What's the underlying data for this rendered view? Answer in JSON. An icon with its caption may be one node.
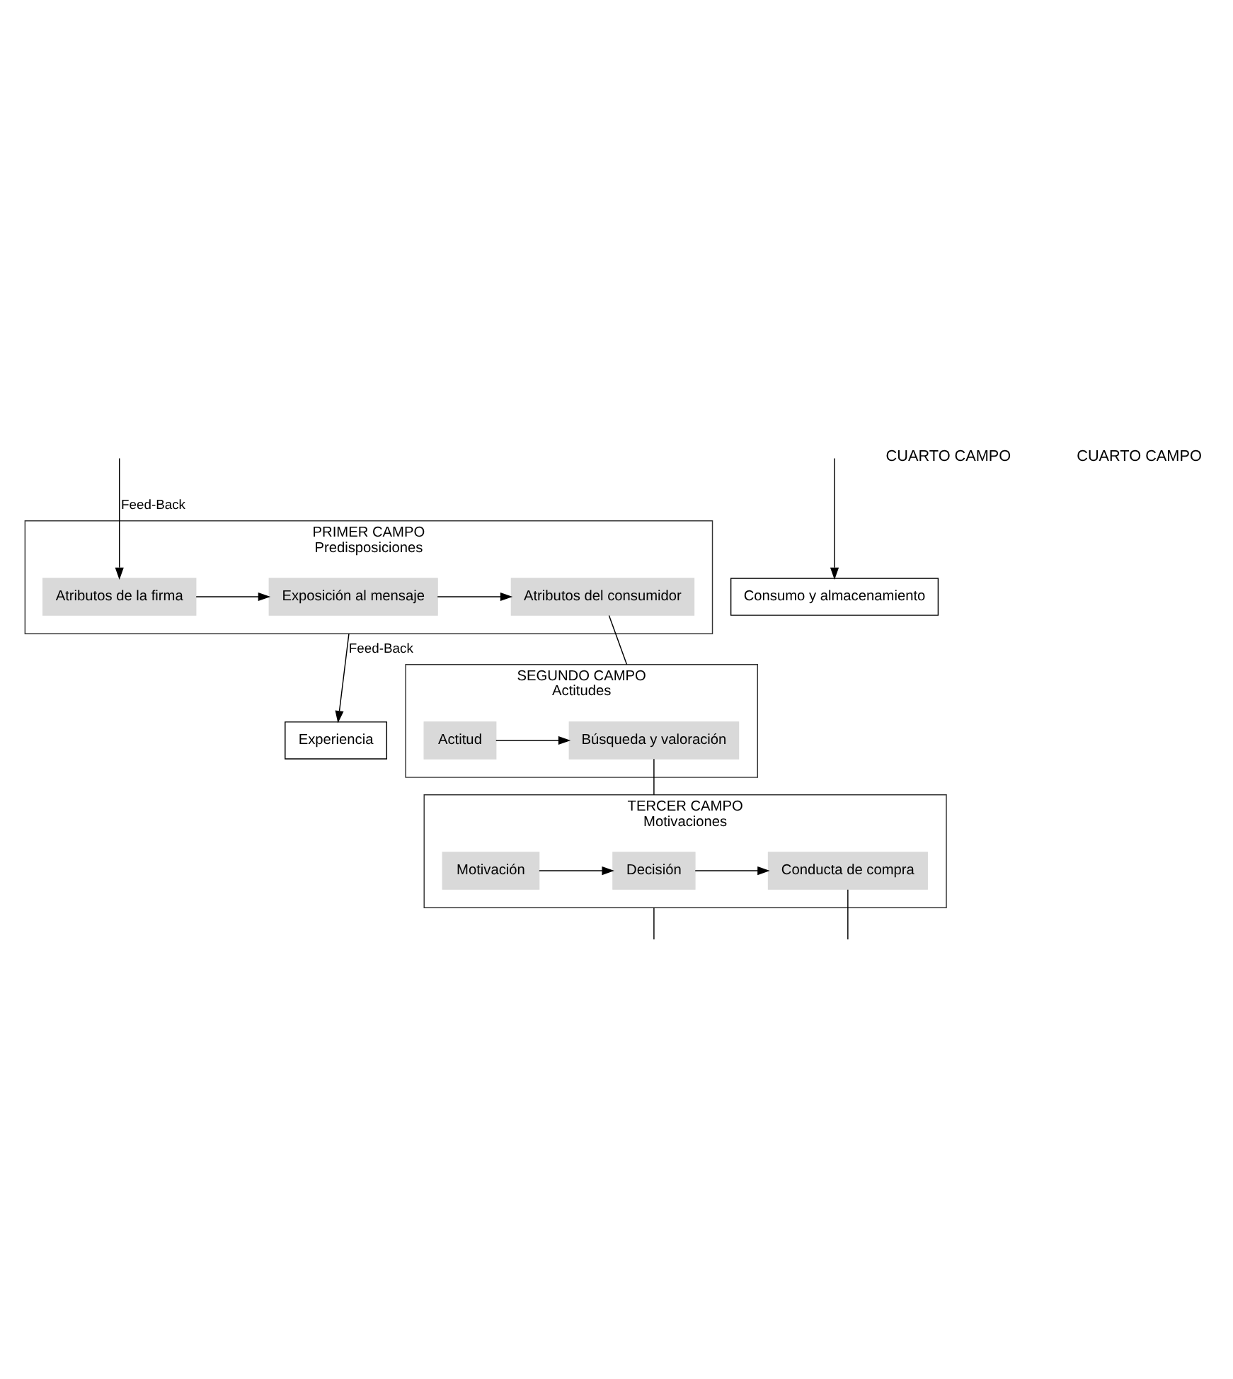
{
  "diagram": {
    "nodes": [
      {
        "text": [
          "PRIMER CAMPO",
          "Predisposiciones"
        ]
      },
      {
        "text": [
          "Atributos de la firma"
        ],
        "in": 0
      },
      {
        "text": [
          "Exposición al mensaje"
        ],
        "in": 0
      },
      {
        "text": [
          "Atributos del consumidor"
        ],
        "in": 0
      },
      {
        "text": [
          "SEGUNDO CAMPO",
          "Actitudes"
        ]
      },
      {
        "text": [
          "Actitud"
        ],
        "in": 4
      },
      {
        "text": [
          "Búsqueda y valoración"
        ],
        "in": 4
      },
      {
        "text": [
          "TERCER CAMPO",
          "Motivaciones"
        ]
      },
      {
        "text": [
          "Motivación"
        ],
        "in": 7
      },
      {
        "text": [
          "Decisión"
        ],
        "in": 7
      },
      {
        "text": [
          "Conducta de compra"
        ],
        "in": 7
      },
      {
        "text": [
          "Experiencia"
        ]
      },
      {
        "text": [
          "Consumo y almacenamiento"
        ]
      }
    ],
    "edges": [
      {
        "from": null,
        "to": 1,
        "arrow": "to",
        "label": "Feed-Back"
      },
      {
        "from": 1,
        "to": 2,
        "arrow": "to"
      },
      {
        "from": 2,
        "to": 3,
        "arrow": "to"
      },
      {
        "from": 3,
        "to": 4,
        "arrow": "none"
      },
      {
        "from": 5,
        "to": 6,
        "arrow": "to"
      },
      {
        "from": 6,
        "to": 7,
        "arrow": "none"
      },
      {
        "from": 8,
        "to": 9,
        "arrow": "to"
      },
      {
        "from": 9,
        "to": 10,
        "arrow": "to"
      },
      {
        "from": 10,
        "to": null,
        "arrow": "none"
      },
      {
        "from": 7,
        "to": null,
        "arrow": "none"
      },
      {
        "from": null,
        "to": 12,
        "arrow": "to"
      },
      {
        "from": 0,
        "to": 11,
        "arrow": "to",
        "label": "Feed-Back"
      }
    ],
    "labels": [
      "CUARTO CAMPO",
      "CUARTO CAMPO"
    ]
  }
}
